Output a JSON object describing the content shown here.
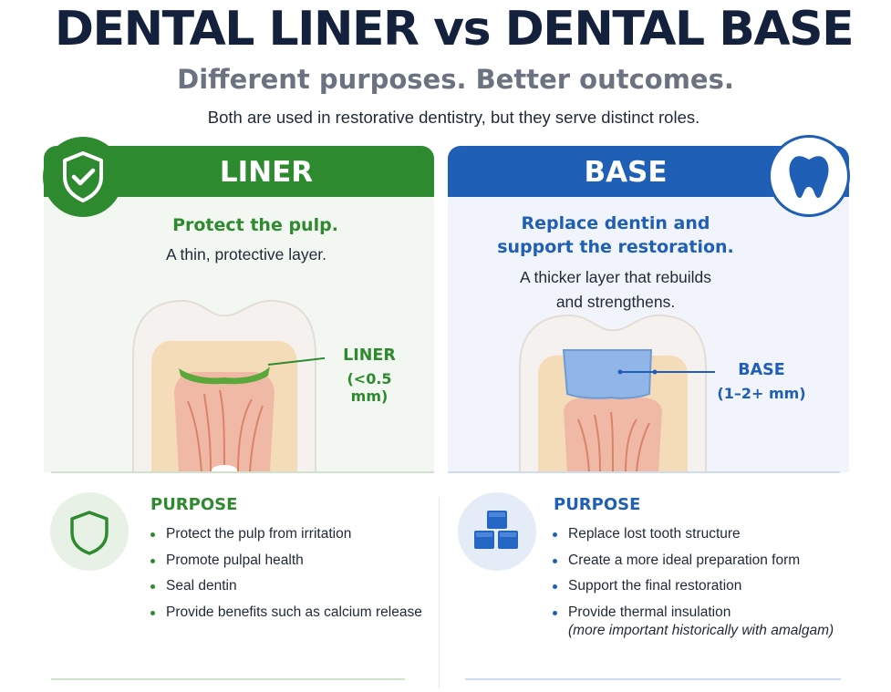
{
  "header": {
    "title": "DENTAL LINER vs DENTAL BASE",
    "subtitle": "Different purposes. Better outcomes.",
    "intro": "Both are used in restorative dentistry, but they serve distinct roles."
  },
  "colors": {
    "liner": "#2e8a2f",
    "base": "#1f5fb5",
    "title": "#14213d",
    "subtitle": "#6b7380"
  },
  "liner": {
    "label": "LINER",
    "icon": "shield-check-icon",
    "tagline": "Protect the pulp.",
    "description": "A thin, protective layer.",
    "callout_name": "LINER",
    "callout_size": "(<0.5 mm)",
    "purpose_icon": "shield-icon",
    "purpose_heading": "PURPOSE",
    "purposes": [
      "Protect the pulp from irritation",
      "Promote pulpal health",
      "Seal dentin",
      "Provide benefits such as calcium release"
    ]
  },
  "base": {
    "label": "BASE",
    "icon": "tooth-icon",
    "tagline_line1": "Replace dentin and",
    "tagline_line2": "support the restoration.",
    "description_line1": "A thicker layer that rebuilds",
    "description_line2": "and strengthens.",
    "callout_name": "BASE",
    "callout_size": "(1–2+ mm)",
    "purpose_icon": "cubes-icon",
    "purpose_heading": "PURPOSE",
    "purposes": [
      "Replace lost tooth structure",
      "Create a more ideal preparation form",
      "Support the final restoration",
      "Provide thermal insulation"
    ],
    "purpose_note": "(more important historically with amalgam)"
  }
}
